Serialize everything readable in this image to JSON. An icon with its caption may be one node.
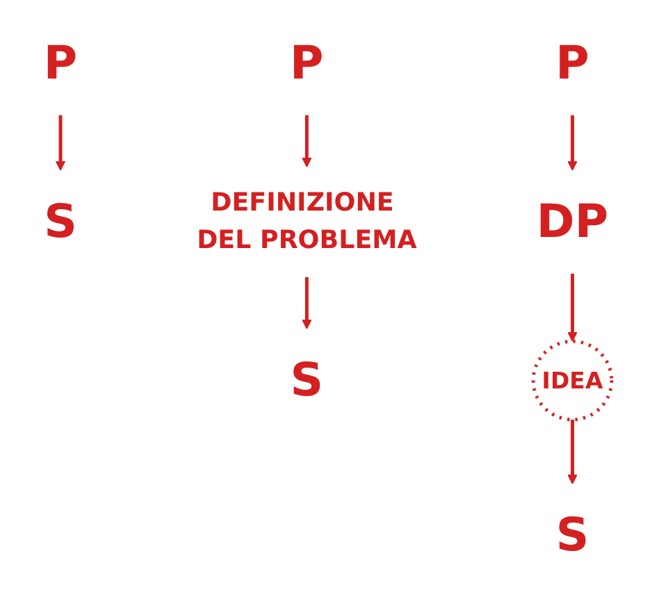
{
  "diagram": {
    "nodes": [
      {
        "text": [
          "P"
        ]
      },
      {
        "text": [
          "S"
        ]
      },
      {
        "text": [
          "P"
        ]
      },
      {
        "text": [
          "DEFINIZIONE DEL PROBLEMA"
        ]
      },
      {
        "text": [
          "S"
        ]
      },
      {
        "text": [
          "P"
        ]
      },
      {
        "text": [
          "DP"
        ]
      },
      {
        "text": [
          "IDEA"
        ]
      },
      {
        "text": [
          "S"
        ]
      }
    ],
    "edges": [
      {
        "from": 0,
        "to": 1,
        "arrow": "to"
      },
      {
        "from": 2,
        "to": 3,
        "arrow": "to"
      },
      {
        "from": 3,
        "to": 4,
        "arrow": "to"
      },
      {
        "from": 5,
        "to": 6,
        "arrow": "to"
      },
      {
        "from": 6,
        "to": 7,
        "arrow": "to"
      },
      {
        "from": 7,
        "to": 8,
        "arrow": "to"
      }
    ]
  }
}
